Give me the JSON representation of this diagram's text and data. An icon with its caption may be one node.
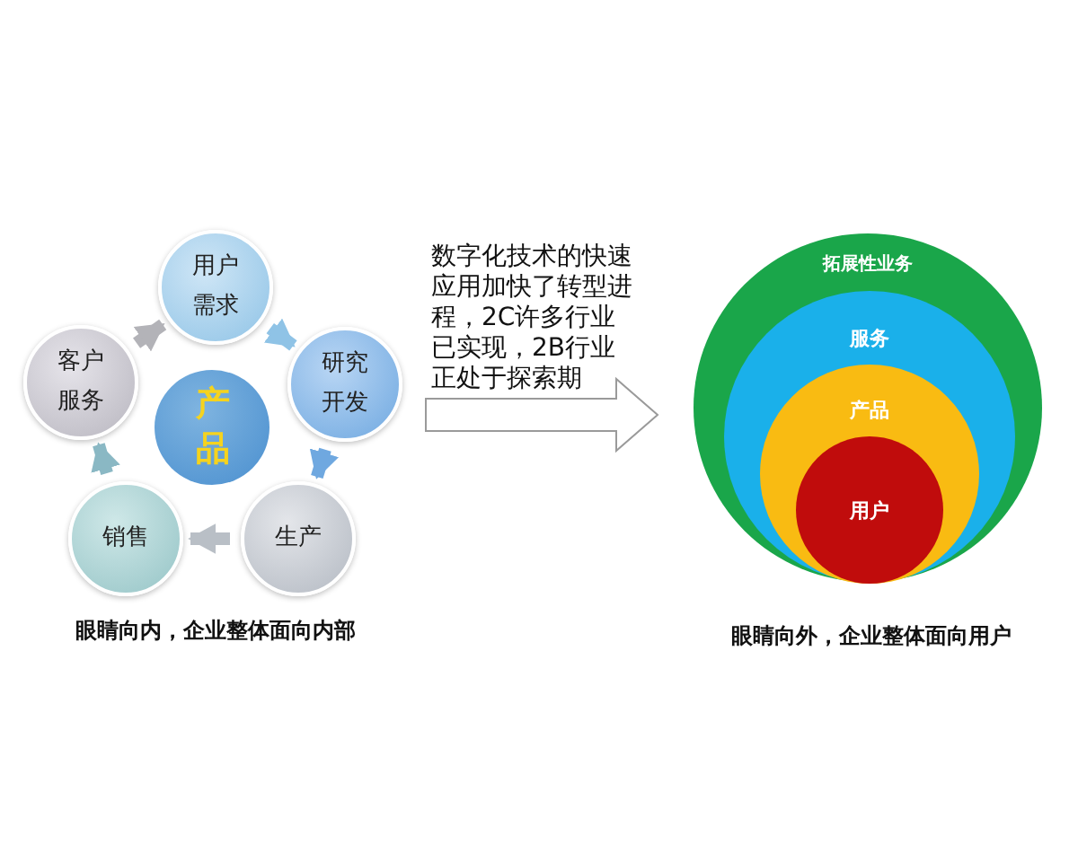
{
  "diagram": {
    "nodes": [
      {
        "text": [
          "用户需求"
        ]
      },
      {
        "text": [
          "研究开发"
        ]
      },
      {
        "text": [
          "生产"
        ]
      },
      {
        "text": [
          "销售"
        ]
      },
      {
        "text": [
          "客户服务"
        ]
      },
      {
        "text": [
          "产品"
        ]
      },
      {
        "text": [
          "拓展性业务"
        ]
      },
      {
        "text": [
          "服务"
        ],
        "in": 6
      },
      {
        "text": [
          "产品"
        ],
        "in": 7
      },
      {
        "text": [
          "用户"
        ],
        "in": 8
      }
    ],
    "edges": [
      {
        "from": 0,
        "to": 1,
        "arrow": "to",
        "color": "#8fc3e6"
      },
      {
        "from": 1,
        "to": 2,
        "arrow": "to",
        "color": "#6fa8e0"
      },
      {
        "from": 2,
        "to": 3,
        "arrow": "to",
        "color": "#b9bfc6"
      },
      {
        "from": 3,
        "to": 4,
        "arrow": "to",
        "color": "#8ab8c4"
      },
      {
        "from": 4,
        "to": 0,
        "arrow": "to",
        "color": "#b3b3b8"
      }
    ],
    "labels": [
      "数字化技术的快速应用加快了转型进程，2C许多行业已实现，2B行业正处于探索期",
      "眼睛向内，企业整体面向内部",
      "眼睛向外，企业整体面向用户"
    ]
  }
}
